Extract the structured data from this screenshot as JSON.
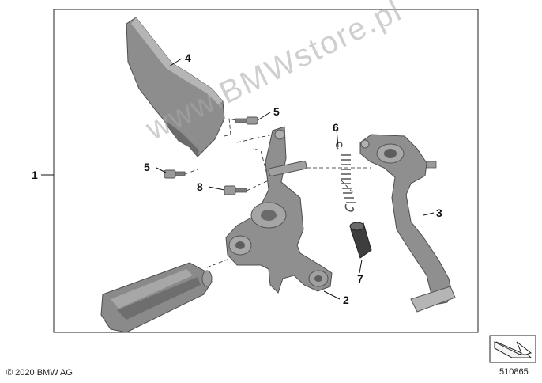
{
  "callouts": {
    "c1": "1",
    "c2": "2",
    "c3": "3",
    "c4": "4",
    "c5a": "5",
    "c5b": "5",
    "c6": "6",
    "c7": "7",
    "c8": "8"
  },
  "copyright": "© 2020 BMW AG",
  "diagram_number": "510865",
  "watermark": "www.BMWstore.pl",
  "icons": [
    "orientation-arrow-icon"
  ],
  "colors": {
    "part_gray": "#8f8f8f",
    "part_dark": "#5e5e5e",
    "line": "#111111"
  }
}
